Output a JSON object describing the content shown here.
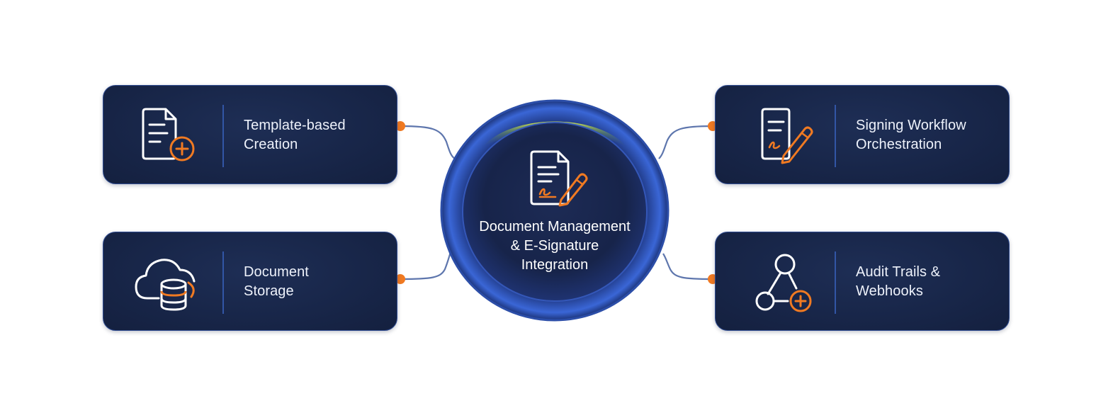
{
  "center": {
    "title_lines": [
      "Document Management",
      "& E-Signature",
      "Integration"
    ],
    "icon": "document-signature-icon"
  },
  "features": [
    {
      "id": "template",
      "lines": [
        "Template-based",
        "Creation"
      ],
      "icon": "document-add-icon"
    },
    {
      "id": "storage",
      "lines": [
        "Document",
        "Storage"
      ],
      "icon": "cloud-database-icon"
    },
    {
      "id": "signing",
      "lines": [
        "Signing Workflow",
        "Orchestration"
      ],
      "icon": "document-pen-icon"
    },
    {
      "id": "audit",
      "lines": [
        "Audit Trails &",
        "Webhooks"
      ],
      "icon": "webhook-add-icon"
    }
  ],
  "colors": {
    "card_bg": "#182649",
    "card_border": "#2f4c92",
    "hub_ring": "#2a4fb0",
    "accent_orange": "#f07a22",
    "hub_glow": "#c9e04a",
    "connector": "#5e76ad",
    "text": "#eef2fb"
  }
}
